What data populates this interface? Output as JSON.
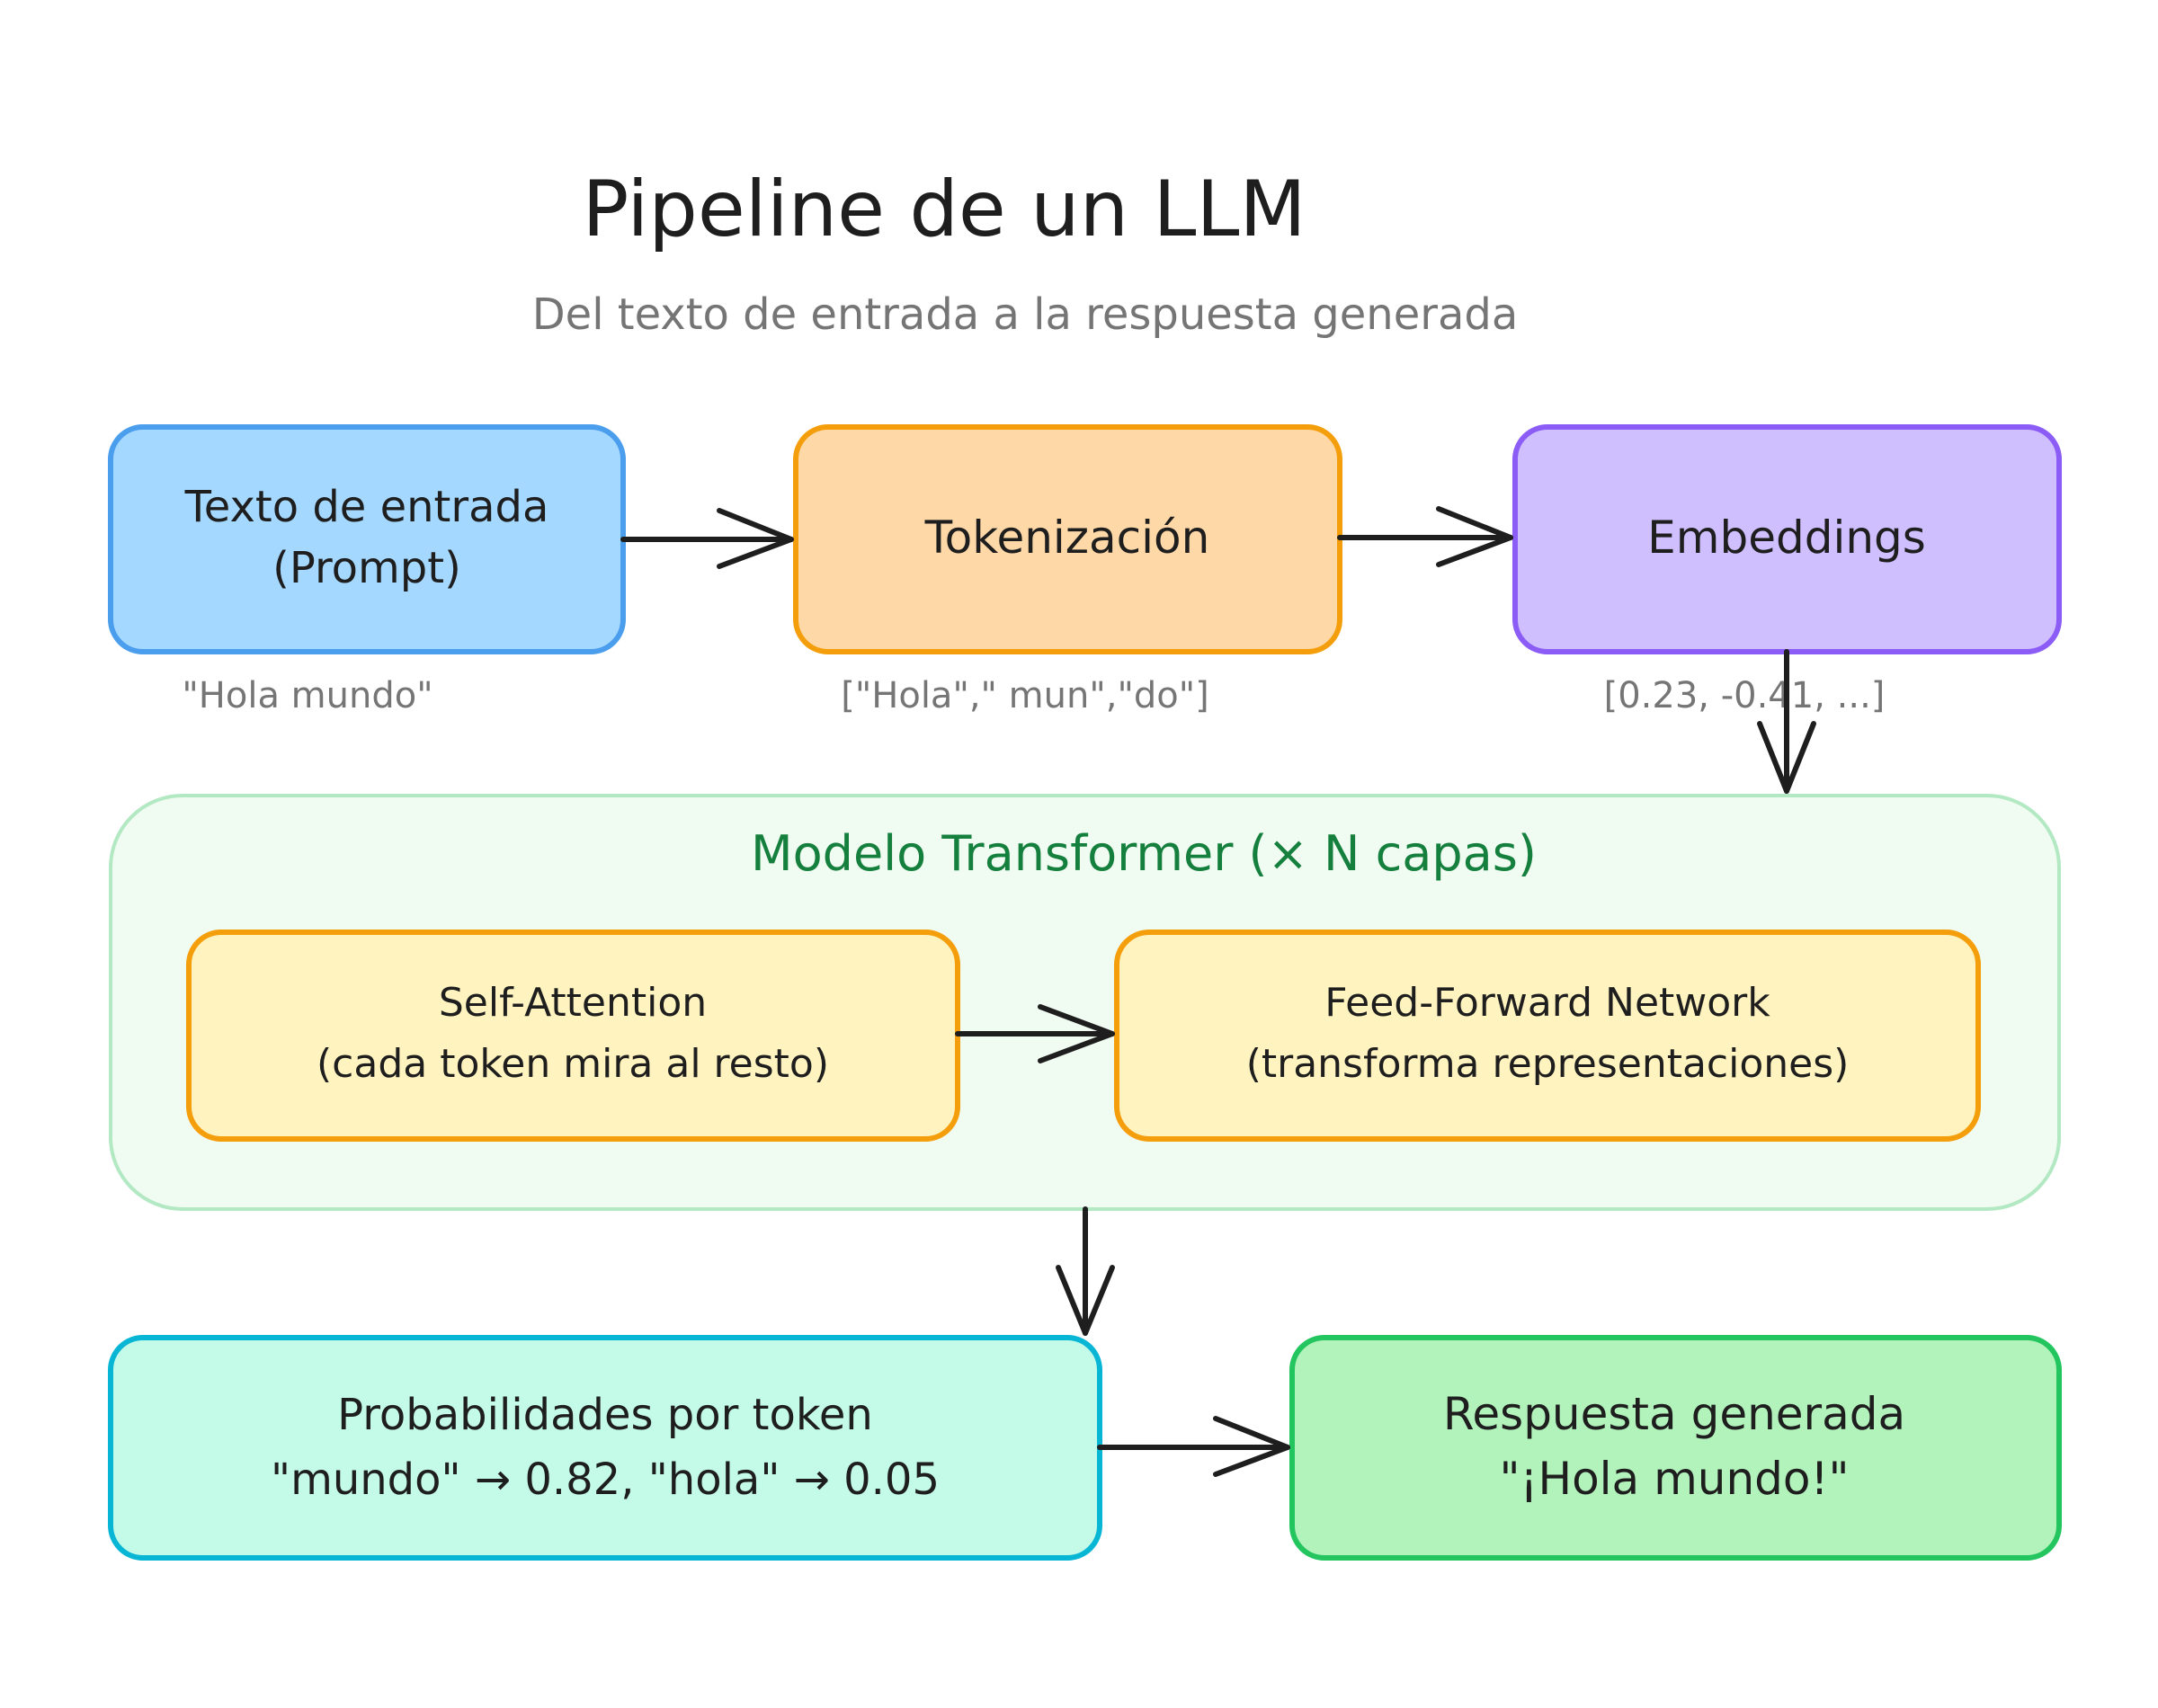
{
  "title": "Pipeline de un LLM",
  "subtitle": "Del texto de entrada a la respuesta generada",
  "stages": {
    "input": {
      "line1": "Texto de entrada",
      "line2": "(Prompt)",
      "example": "\"Hola mundo\""
    },
    "tokenization": {
      "label": "Tokenización",
      "example": "[\"Hola\",\" mun\",\"do\"]"
    },
    "embeddings": {
      "label": "Embeddings",
      "example": "[0.23, -0.41, ...]"
    },
    "transformer": {
      "label": "Modelo Transformer (× N capas)",
      "self_attention": {
        "line1": "Self-Attention",
        "line2": "(cada token mira al resto)"
      },
      "feed_forward": {
        "line1": "Feed-Forward Network",
        "line2": "(transforma representaciones)"
      }
    },
    "probabilities": {
      "line1": "Probabilidades por token",
      "line2": "\"mundo\" → 0.82, \"hola\" → 0.05"
    },
    "response": {
      "line1": "Respuesta generada",
      "line2": "\"¡Hola mundo!\""
    }
  },
  "colors": {
    "input": {
      "fill": "#a5d8ff",
      "stroke": "#4a9eed"
    },
    "tokenization": {
      "fill": "#ffd8a8",
      "stroke": "#f59e0b"
    },
    "embeddings": {
      "fill": "#d0bfff",
      "stroke": "#8b5cf6"
    },
    "transformer": {
      "fill": "#f0fbf2",
      "stroke": "#b2e8c2"
    },
    "inner": {
      "fill": "#fff3bf",
      "stroke": "#f59e0b"
    },
    "probabilities": {
      "fill": "#c3fae8",
      "stroke": "#06b6d4"
    },
    "response": {
      "fill": "#b2f2bb",
      "stroke": "#22c55e"
    },
    "transformer_label": "#15803d",
    "muted": "#757575",
    "arrow": "#1e1e1e"
  }
}
